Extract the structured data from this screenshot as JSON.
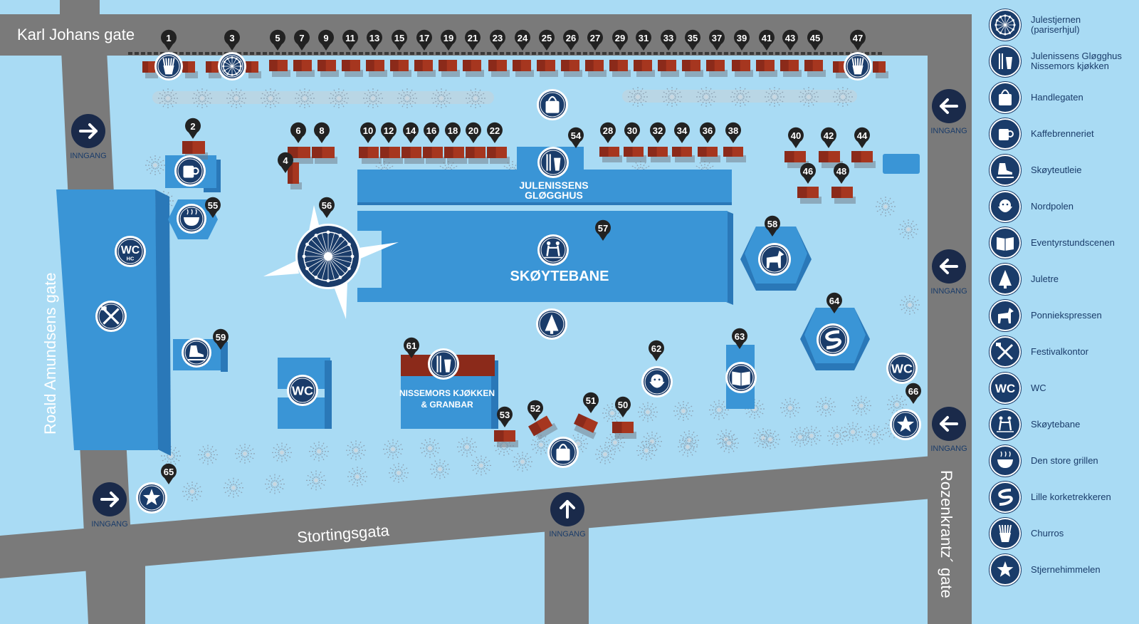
{
  "streets": {
    "karl_johans": "Karl Johans gate",
    "roald_amundsens": "Roald Amundsens gate",
    "stortingsgata": "Stortingsgata",
    "rozenkrantz": "Rozenkrantz´ gate"
  },
  "entrance_label": "INNGANG",
  "areas": {
    "glogghus": [
      "JULENISSENS",
      "GLØGGHUS"
    ],
    "skoytebane": "SKØYTEBANE",
    "nissemors": [
      "NISSEMORS KJØKKEN",
      "& GRANBAR"
    ],
    "wc": "WC",
    "wc_hc": "HC"
  },
  "stall_numbers": {
    "north_row": [
      "1",
      "3",
      "5",
      "7",
      "9",
      "11",
      "13",
      "15",
      "17",
      "19",
      "21",
      "23",
      "24",
      "25",
      "26",
      "27",
      "29",
      "31",
      "33",
      "35",
      "37",
      "39",
      "41",
      "43",
      "45",
      "47"
    ],
    "middle_row": [
      "2",
      "4",
      "6",
      "8",
      "10",
      "12",
      "14",
      "16",
      "18",
      "20",
      "22",
      "54",
      "28",
      "30",
      "32",
      "34",
      "36",
      "38",
      "40",
      "42",
      "44",
      "46",
      "48"
    ],
    "features": [
      "55",
      "56",
      "57",
      "58",
      "59",
      "61",
      "62",
      "63",
      "64",
      "65",
      "66",
      "53",
      "52",
      "51",
      "50"
    ]
  },
  "legend": [
    {
      "icon": "ferris-wheel-icon",
      "label": [
        "Julestjernen",
        "(pariserhjul)"
      ]
    },
    {
      "icon": "food-drink-icon",
      "label": [
        "Julenissens Gløgghus",
        "Nissemors kjøkken"
      ]
    },
    {
      "icon": "shopping-bag-icon",
      "label": [
        "Handlegaten"
      ]
    },
    {
      "icon": "coffee-cup-icon",
      "label": [
        "Kaffebrenneriet"
      ]
    },
    {
      "icon": "skate-icon",
      "label": [
        "Skøyteutleie"
      ]
    },
    {
      "icon": "santa-icon",
      "label": [
        "Nordpolen"
      ]
    },
    {
      "icon": "book-icon",
      "label": [
        "Eventyrstundscenen"
      ]
    },
    {
      "icon": "christmas-tree-icon",
      "label": [
        "Juletre"
      ]
    },
    {
      "icon": "horse-icon",
      "label": [
        "Ponniekspressen"
      ]
    },
    {
      "icon": "tools-icon",
      "label": [
        "Festivalkontor"
      ]
    },
    {
      "icon": "wc-icon",
      "label": [
        "WC"
      ]
    },
    {
      "icon": "skaters-icon",
      "label": [
        "Skøytebane"
      ]
    },
    {
      "icon": "grill-icon",
      "label": [
        "Den store grillen"
      ]
    },
    {
      "icon": "corkscrew-icon",
      "label": [
        "Lille korketrekkeren"
      ]
    },
    {
      "icon": "churros-icon",
      "label": [
        "Churros"
      ]
    },
    {
      "icon": "star-icon",
      "label": [
        "Stjernehimmelen"
      ]
    }
  ],
  "colors": {
    "background": "#a9dbf4",
    "road": "#7a7a7a",
    "block": "#3a95d6",
    "block_side": "#2a78b8",
    "navy": "#1a3c6a",
    "stall": "#8b2a1a",
    "pin": "#222222"
  }
}
